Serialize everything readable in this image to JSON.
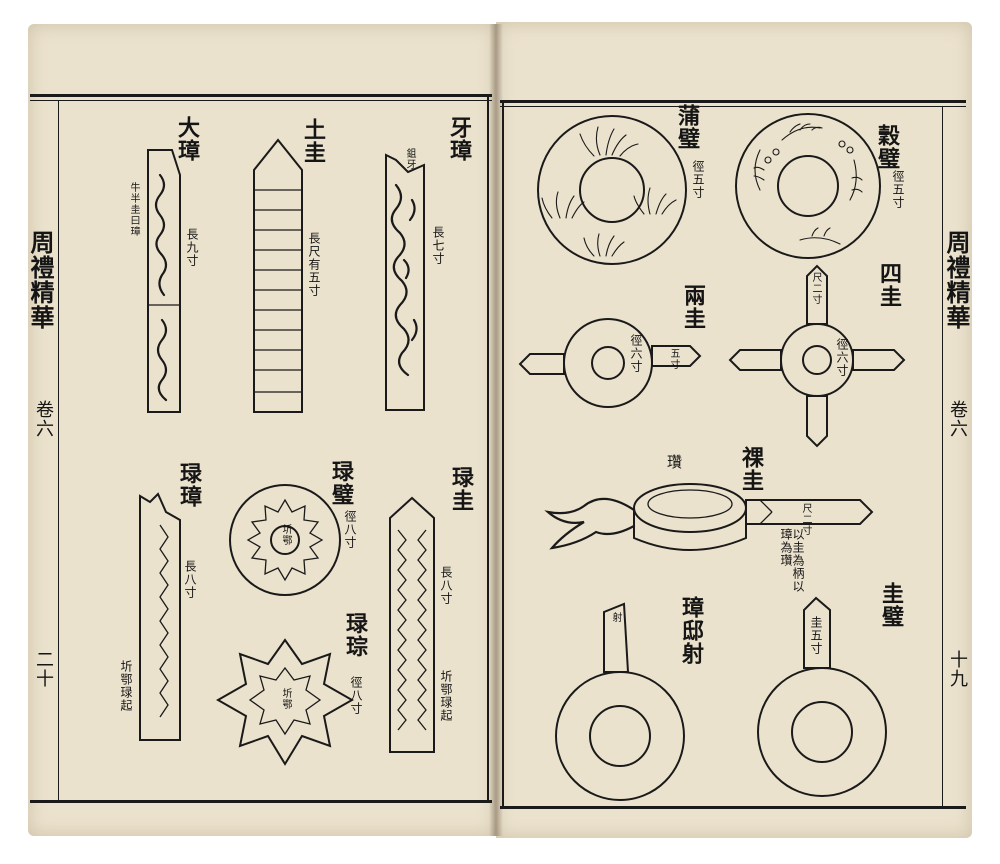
{
  "book": {
    "spine_title": "周禮精華",
    "volume": "卷六",
    "left_page_number": "二十",
    "right_spine_title": "周禮精華",
    "right_volume": "卷六",
    "right_page_number": "十九"
  },
  "left_page": {
    "items": [
      {
        "name": "大璋",
        "inscription": "牛半圭曰璋",
        "measure": "長九寸"
      },
      {
        "name": "土圭",
        "measure": "長尺有五寸"
      },
      {
        "name": "牙璋",
        "inscription": "鉏牙",
        "measure": "長七寸"
      },
      {
        "name": "琭璋",
        "measure": "長八寸",
        "note": "圻鄂琭起"
      },
      {
        "name": "琭璧",
        "inscription": "圻鄂",
        "measure": "徑八寸"
      },
      {
        "name": "琭圭",
        "measure": "長八寸",
        "note": "圻鄂琭起"
      },
      {
        "name": "琭琮",
        "inscription": "圻鄂",
        "measure": "徑八寸"
      }
    ]
  },
  "right_page": {
    "items": [
      {
        "name": "蒲璧",
        "measure": "徑五寸"
      },
      {
        "name": "穀璧",
        "measure": "徑五寸"
      },
      {
        "name": "兩圭",
        "inscription": "五寸",
        "measure": "徑六寸"
      },
      {
        "name": "四圭",
        "inscription": "尺二寸",
        "measure": "徑六寸"
      },
      {
        "name": "祼圭",
        "inscription": "尺二寸",
        "label": "瓚",
        "note": "以圭為柄以璋為瓚"
      },
      {
        "name": "璋邸射",
        "inscription": "射"
      },
      {
        "name": "圭璧",
        "inscription": "圭五寸"
      }
    ]
  }
}
